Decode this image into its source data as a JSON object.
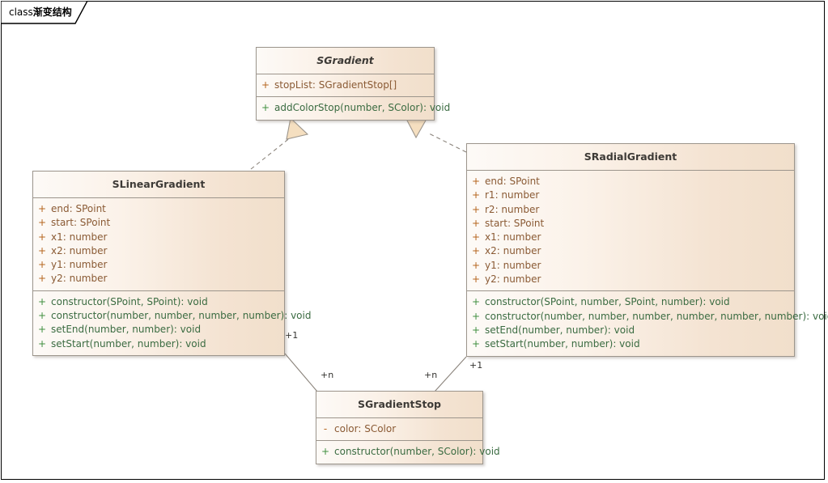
{
  "diagram": {
    "tab_label_prefix": "class",
    "tab_label_name": "渐变结构",
    "tab_label_full": "class渐变结构"
  },
  "classes": [
    {
      "id": "sgradient",
      "name": "SGradient",
      "abstract": true,
      "attributes": [
        {
          "visibility": "+",
          "text": "stopList: SGradientStop[]"
        }
      ],
      "operations": [
        {
          "visibility": "+",
          "text": "addColorStop(number, SColor): void"
        }
      ]
    },
    {
      "id": "slineargradient",
      "name": "SLinearGradient",
      "abstract": false,
      "attributes": [
        {
          "visibility": "+",
          "text": "end: SPoint"
        },
        {
          "visibility": "+",
          "text": "start: SPoint"
        },
        {
          "visibility": "+",
          "text": "x1: number"
        },
        {
          "visibility": "+",
          "text": "x2: number"
        },
        {
          "visibility": "+",
          "text": "y1: number"
        },
        {
          "visibility": "+",
          "text": "y2: number"
        }
      ],
      "operations": [
        {
          "visibility": "+",
          "text": "constructor(SPoint, SPoint): void"
        },
        {
          "visibility": "+",
          "text": "constructor(number, number, number, number): void"
        },
        {
          "visibility": "+",
          "text": "setEnd(number, number): void"
        },
        {
          "visibility": "+",
          "text": "setStart(number, number): void"
        }
      ]
    },
    {
      "id": "sradialgradient",
      "name": "SRadialGradient",
      "abstract": false,
      "attributes": [
        {
          "visibility": "+",
          "text": "end: SPoint"
        },
        {
          "visibility": "+",
          "text": "r1: number"
        },
        {
          "visibility": "+",
          "text": "r2: number"
        },
        {
          "visibility": "+",
          "text": "start: SPoint"
        },
        {
          "visibility": "+",
          "text": "x1: number"
        },
        {
          "visibility": "+",
          "text": "x2: number"
        },
        {
          "visibility": "+",
          "text": "y1: number"
        },
        {
          "visibility": "+",
          "text": "y2: number"
        }
      ],
      "operations": [
        {
          "visibility": "+",
          "text": "constructor(SPoint, number, SPoint, number): void"
        },
        {
          "visibility": "+",
          "text": "constructor(number, number, number, number, number, number): void"
        },
        {
          "visibility": "+",
          "text": "setEnd(number, number): void"
        },
        {
          "visibility": "+",
          "text": "setStart(number, number): void"
        }
      ]
    },
    {
      "id": "sgradientstop",
      "name": "SGradientStop",
      "abstract": false,
      "attributes": [
        {
          "visibility": "-",
          "text": "color: SColor"
        }
      ],
      "operations": [
        {
          "visibility": "+",
          "text": "constructor(number, SColor): void"
        }
      ]
    }
  ],
  "relationships": [
    {
      "id": "rel-linear-realizes-gradient",
      "type": "realization",
      "from": "SLinearGradient",
      "to": "SGradient",
      "line_style": "dashed",
      "arrow": "hollow-triangle"
    },
    {
      "id": "rel-radial-realizes-gradient",
      "type": "realization",
      "from": "SRadialGradient",
      "to": "SGradient",
      "line_style": "dashed",
      "arrow": "hollow-triangle"
    },
    {
      "id": "rel-linear-stop",
      "type": "association",
      "from": "SLinearGradient",
      "to": "SGradientStop",
      "line_style": "solid",
      "source_multiplicity": "+1",
      "target_multiplicity": "+n"
    },
    {
      "id": "rel-radial-stop",
      "type": "association",
      "from": "SRadialGradient",
      "to": "SGradientStop",
      "line_style": "solid",
      "source_multiplicity": "+1",
      "target_multiplicity": "+n"
    }
  ],
  "multiplicity_labels": [
    {
      "id": "mult-linear-1",
      "text": "+1"
    },
    {
      "id": "mult-linear-n",
      "text": "+n"
    },
    {
      "id": "mult-radial-n",
      "text": "+n"
    },
    {
      "id": "mult-radial-1",
      "text": "+1"
    }
  ],
  "colors": {
    "box_fill_left": "#fdfaf7",
    "box_fill_right": "#f1dfcb",
    "box_border": "#9c958c",
    "attribute_text": "#8a5a34",
    "attribute_visibility": "#b5651d",
    "operation_text": "#3a6b41",
    "operation_visibility": "#3f8f3f",
    "class_name_text": "#3d3a36",
    "connector": "#8a837b",
    "arrow_fill": "#f5dfc0",
    "canvas_background": "#ffffff",
    "frame_border": "#000000"
  }
}
